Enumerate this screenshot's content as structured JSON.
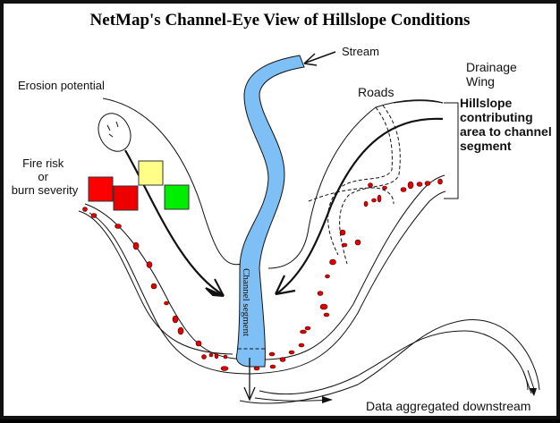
{
  "title": "NetMap's Channel-Eye View of Hillslope Conditions",
  "labels": {
    "stream": "Stream",
    "erosion_potential": "Erosion potential",
    "fire_risk": [
      "Fire risk",
      "or",
      "burn severity"
    ],
    "drainage_wing": [
      "Drainage",
      "Wing"
    ],
    "roads": "Roads",
    "hillslope": [
      "Hillslope",
      "contributing",
      "area to channel",
      "segment"
    ],
    "channel_segment": "Channel segment",
    "data_aggregated": "Data aggregated downstream"
  },
  "fire_squares": [
    {
      "name": "red",
      "color": "#ff0000"
    },
    {
      "name": "red",
      "color": "#ee0000"
    },
    {
      "name": "yellow",
      "color": "#ffff88"
    },
    {
      "name": "green",
      "color": "#00ee00"
    }
  ],
  "colors": {
    "stream": "#7ec0f5",
    "sediment": "#e00000"
  }
}
